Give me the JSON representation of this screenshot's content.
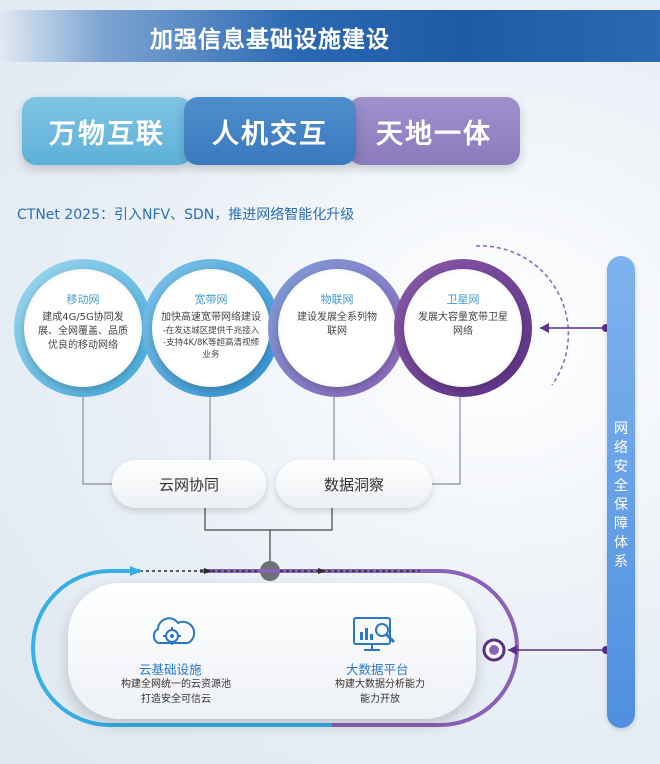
{
  "header": {
    "title": "加强信息基础设施建设"
  },
  "pills": [
    {
      "label": "万物互联"
    },
    {
      "label": "人机交互"
    },
    {
      "label": "天地一体"
    }
  ],
  "subtitle": "CTNet 2025：引入NFV、SDN，推进网络智能化升级",
  "circles": [
    {
      "title": "移动网",
      "lines": [
        "建成4G/5G协同发",
        "展、全网覆盖、品质",
        "优良的移动网络"
      ]
    },
    {
      "title": "宽带网",
      "lines": [
        "加快高速宽带网络建设",
        "-在发达城区提供千兆接入",
        "-支持4K/8K等超高清视频",
        "业务"
      ]
    },
    {
      "title": "物联网",
      "lines": [
        "建设发展全系列物",
        "联网"
      ]
    },
    {
      "title": "卫星网",
      "lines": [
        "发展大容量宽带卫星",
        "网络"
      ]
    }
  ],
  "boxes": [
    {
      "label": "云网协同"
    },
    {
      "label": "数据洞察"
    }
  ],
  "security": {
    "label": "网络安全保障体系",
    "chars": [
      "网",
      "络",
      "安",
      "全",
      "保",
      "障",
      "体",
      "系"
    ]
  },
  "platform": {
    "left": {
      "icon": "cloud-gear-icon",
      "title": "云基础设施",
      "lines": [
        "构建全网统一的云资源池",
        "打造安全可信云"
      ]
    },
    "right": {
      "icon": "big-data-analytics-icon",
      "title": "大数据平台",
      "lines": [
        "构建大数据分析能力",
        "能力开放"
      ]
    }
  },
  "colors": {
    "header": "#1f5aa6",
    "pill1": "#6bbbe0",
    "pill2": "#3f7cc2",
    "pill3": "#8f82c2",
    "security_bar": "#5f9fe6",
    "purple": "#5b2f86"
  }
}
